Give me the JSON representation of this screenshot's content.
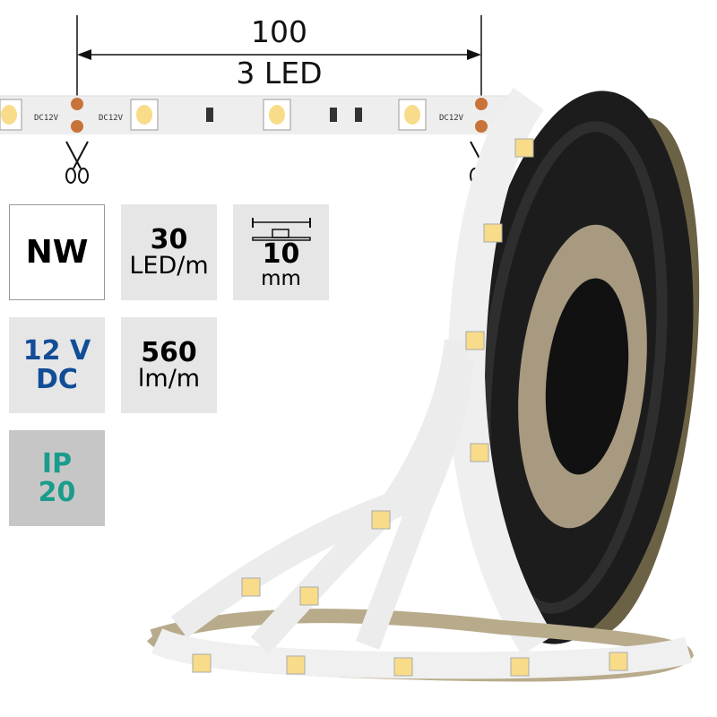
{
  "dimension": {
    "length": "100",
    "led_count": "3 LED"
  },
  "strip": {
    "voltage_marking": "DC12V"
  },
  "specs": {
    "color_temp": "NW",
    "density_value": "30",
    "density_unit": "LED/m",
    "width_value": "10",
    "width_unit": "mm",
    "voltage_line1": "12 V",
    "voltage_line2": "DC",
    "flux_value": "560",
    "flux_unit": "lm/m",
    "ip_line1": "IP",
    "ip_line2": "20"
  },
  "colors": {
    "voltage": "#124d97",
    "ip": "#1a9c8c",
    "pad": "#c8733a",
    "led": "#f8dc8a"
  }
}
